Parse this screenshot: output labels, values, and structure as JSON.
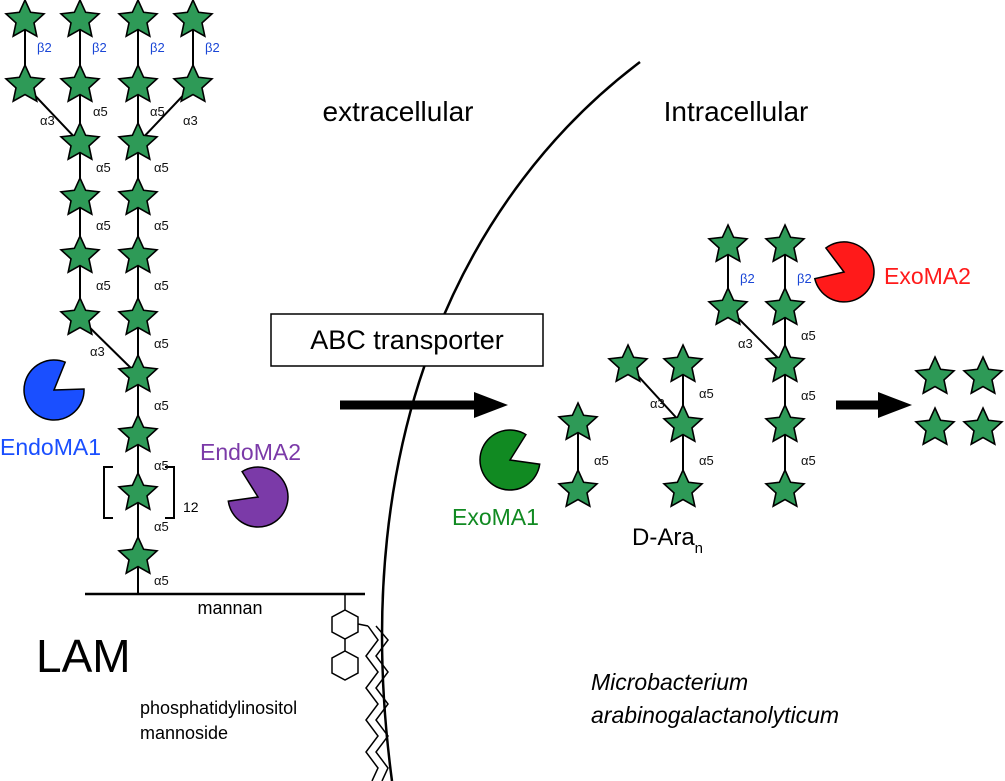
{
  "regions": {
    "extracellular": "extracellular",
    "intracellular": "Intracellular"
  },
  "lam_label": "LAM",
  "mannan_label": "mannan",
  "pim_label": [
    "phosphatidylinositol",
    "mannoside"
  ],
  "organism": [
    "Microbacterium",
    "arabinogalactanolyticum"
  ],
  "transporter_label": "ABC transporter",
  "repeat_count": "12",
  "d_ara": {
    "main": "D-Ara",
    "subscript": "n"
  },
  "enzymes": [
    {
      "name": "EndoMA1",
      "color": "#1a4fff"
    },
    {
      "name": "EndoMA2",
      "color": "#7b3aa8"
    },
    {
      "name": "ExoMA1",
      "color": "#118a22"
    },
    {
      "name": "ExoMA2",
      "color": "#ff1a1a"
    }
  ],
  "linkages": {
    "alpha3": "α3",
    "alpha5": "α5",
    "beta2": "β2"
  },
  "sugar": {
    "fill": "#2e9a57",
    "stroke": "#000000",
    "shape": "star-icon"
  }
}
